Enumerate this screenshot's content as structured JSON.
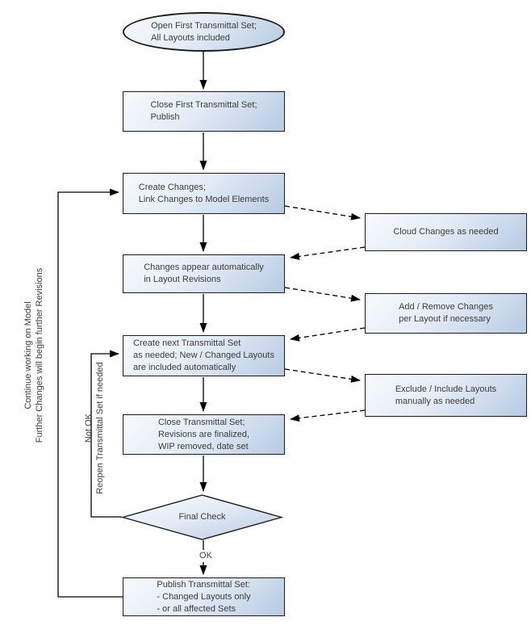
{
  "diagram_title": "Transmittal Set / Layout Revisions workflow flowchart",
  "nodes": {
    "open_first": {
      "shape": "ellipse",
      "lines": [
        "Open First Transmittal Set;",
        "All Layouts included"
      ]
    },
    "close_first": {
      "shape": "rect",
      "lines": [
        "Close First Transmittal Set;",
        "Publish"
      ]
    },
    "create_changes": {
      "shape": "rect",
      "lines": [
        "Create Changes;",
        "Link Changes to Model Elements"
      ]
    },
    "changes_appear": {
      "shape": "rect",
      "lines": [
        "Changes appear automatically",
        "in Layout Revisions"
      ]
    },
    "create_next": {
      "shape": "rect",
      "lines": [
        "Create next Transmittal Set",
        "as needed; New / Changed Layouts",
        "are included automatically"
      ]
    },
    "close_set": {
      "shape": "rect",
      "lines": [
        "Close Transmittal Set;",
        "Revisions are finalized,",
        "WIP removed, date set"
      ]
    },
    "final_check": {
      "shape": "diamond",
      "lines": [
        "Final Check"
      ]
    },
    "publish_set": {
      "shape": "rect",
      "lines": [
        "Publish Transmittal Set:",
        "- Changed Layouts only",
        "- or all affected Sets"
      ]
    },
    "cloud_changes": {
      "shape": "rect",
      "lines": [
        "Cloud Changes as needed"
      ]
    },
    "add_remove": {
      "shape": "rect",
      "lines": [
        "Add / Remove Changes",
        "per Layout if necessary"
      ]
    },
    "exclude_include": {
      "shape": "rect",
      "lines": [
        "Exclude / Include Layouts",
        "manually as needed"
      ]
    }
  },
  "edge_labels": {
    "ok": "OK",
    "continue_loop": [
      "Continue working on Model",
      "Further Changes will begin further Revisions"
    ],
    "not_ok_loop": [
      "Not OK",
      "Reopen Transmittal Set if needed"
    ]
  },
  "colors": {
    "background": "#ffffff",
    "node_fill_light": "#f7fafd",
    "node_fill_dark": "#b7cbe3",
    "node_border": "#1c1c1c",
    "connector": "#000000",
    "text": "#3d3d3d"
  }
}
